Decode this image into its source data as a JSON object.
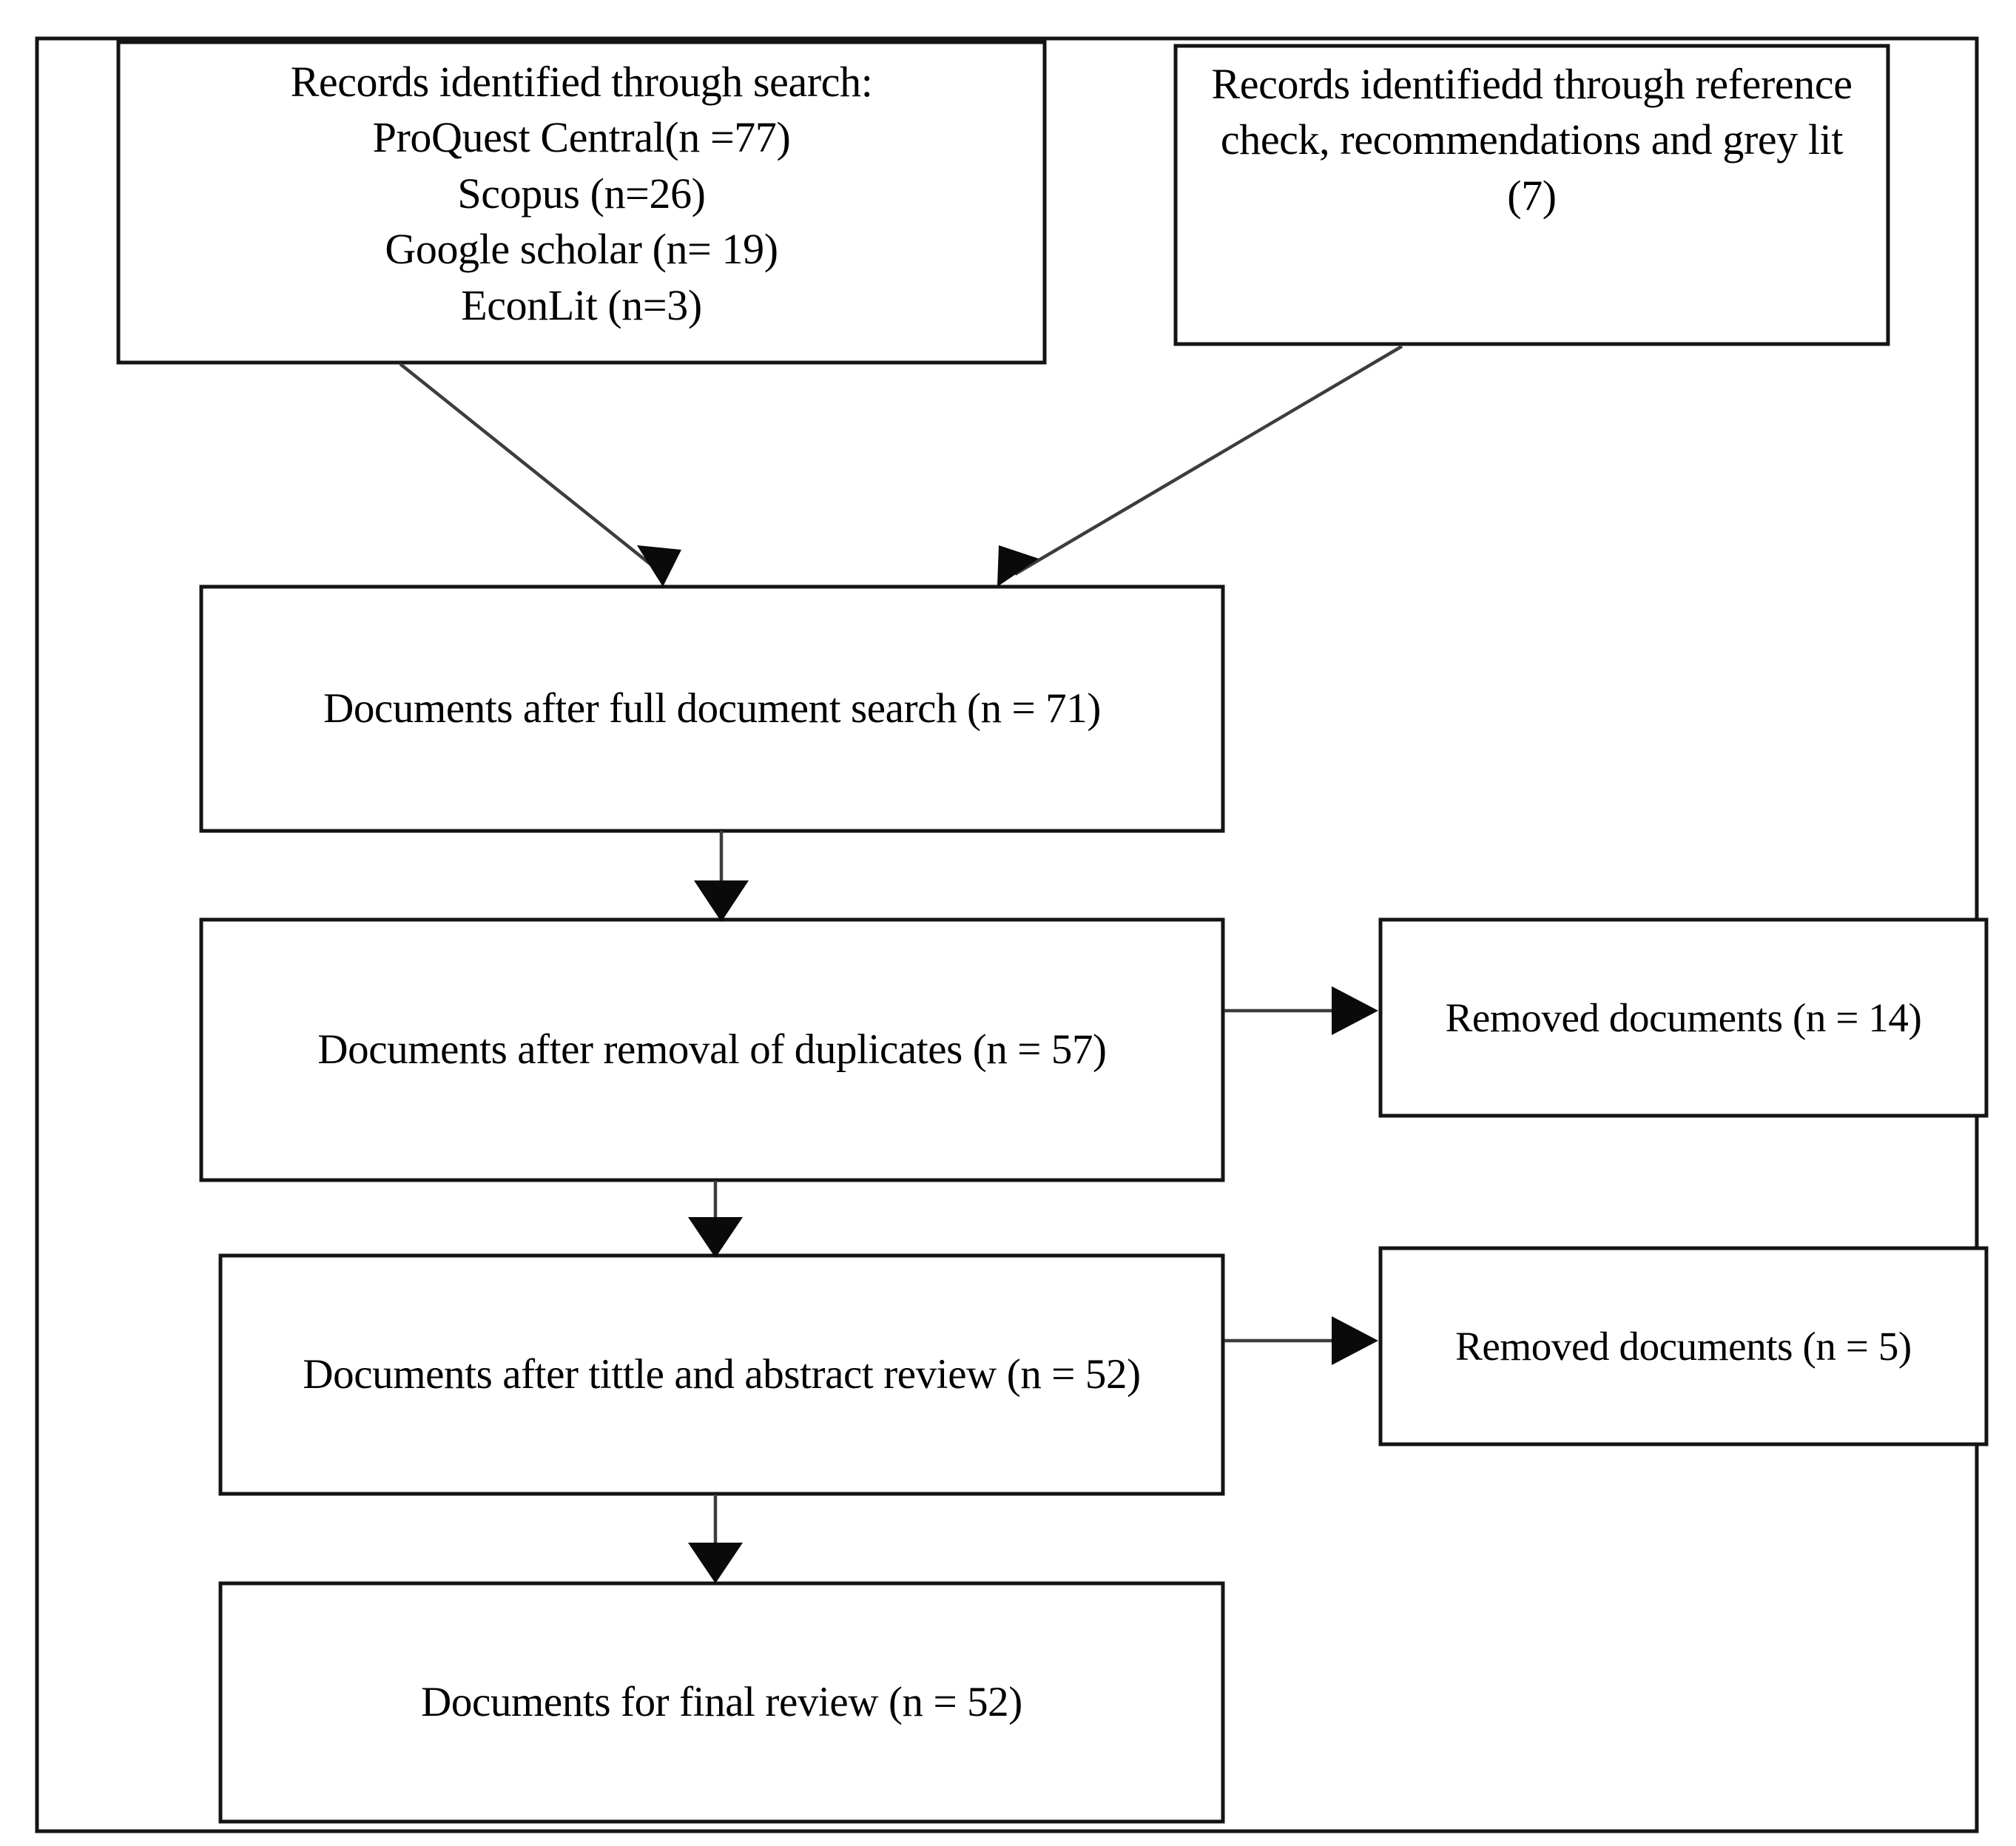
{
  "figure": {
    "type": "prisma-flow-diagram",
    "title": "",
    "accent_color": "#141414",
    "background_color": "#ffffff",
    "connector_color": "#3d3d3d"
  },
  "nodes": {
    "records_search": {
      "label": "Records identified through search:\nProQuest Central(n =77)\nScopus (n=26)\nGoogle scholar (n= 19)\nEconLit (n=3)",
      "heading": "Records identified through search:",
      "sources": [
        {
          "name": "ProQuest Central",
          "n": 77,
          "line": "ProQuest Central(n =77)"
        },
        {
          "name": "Scopus",
          "n": 26,
          "line": "Scopus (n=26)"
        },
        {
          "name": "Google scholar",
          "n": 19,
          "line": "Google scholar (n= 19)"
        },
        {
          "name": "EconLit",
          "n": 3,
          "line": "EconLit (n=3)"
        }
      ]
    },
    "records_reference": {
      "label": "Records identifiedd through reference check, recommendations and grey lit (7)",
      "n": 7
    },
    "after_full_search": {
      "label": "Documents after full document search (n = 71)",
      "n": 71
    },
    "after_duplicates": {
      "label": "Documents after removal of duplicates (n = 57)",
      "n": 57
    },
    "removed_duplicates": {
      "label": "Removed documents (n = 14)",
      "n": 14
    },
    "after_title_abstract": {
      "label": "Documents after tittle and abstract review (n = 52)",
      "n": 52
    },
    "removed_title_abstract": {
      "label": "Removed documents (n = 5)",
      "n": 5
    },
    "final_review": {
      "label": "Documents for final review (n = 52)",
      "n": 52
    }
  },
  "edges": [
    {
      "from": "records_search",
      "to": "after_full_search",
      "style": "diagonal-arrow"
    },
    {
      "from": "records_reference",
      "to": "after_full_search",
      "style": "diagonal-arrow"
    },
    {
      "from": "after_full_search",
      "to": "after_duplicates",
      "style": "vertical-arrow"
    },
    {
      "from": "after_duplicates",
      "to": "removed_duplicates",
      "style": "horizontal-arrow"
    },
    {
      "from": "after_duplicates",
      "to": "after_title_abstract",
      "style": "vertical-arrow"
    },
    {
      "from": "after_title_abstract",
      "to": "removed_title_abstract",
      "style": "horizontal-arrow"
    },
    {
      "from": "after_title_abstract",
      "to": "final_review",
      "style": "vertical-arrow"
    }
  ]
}
